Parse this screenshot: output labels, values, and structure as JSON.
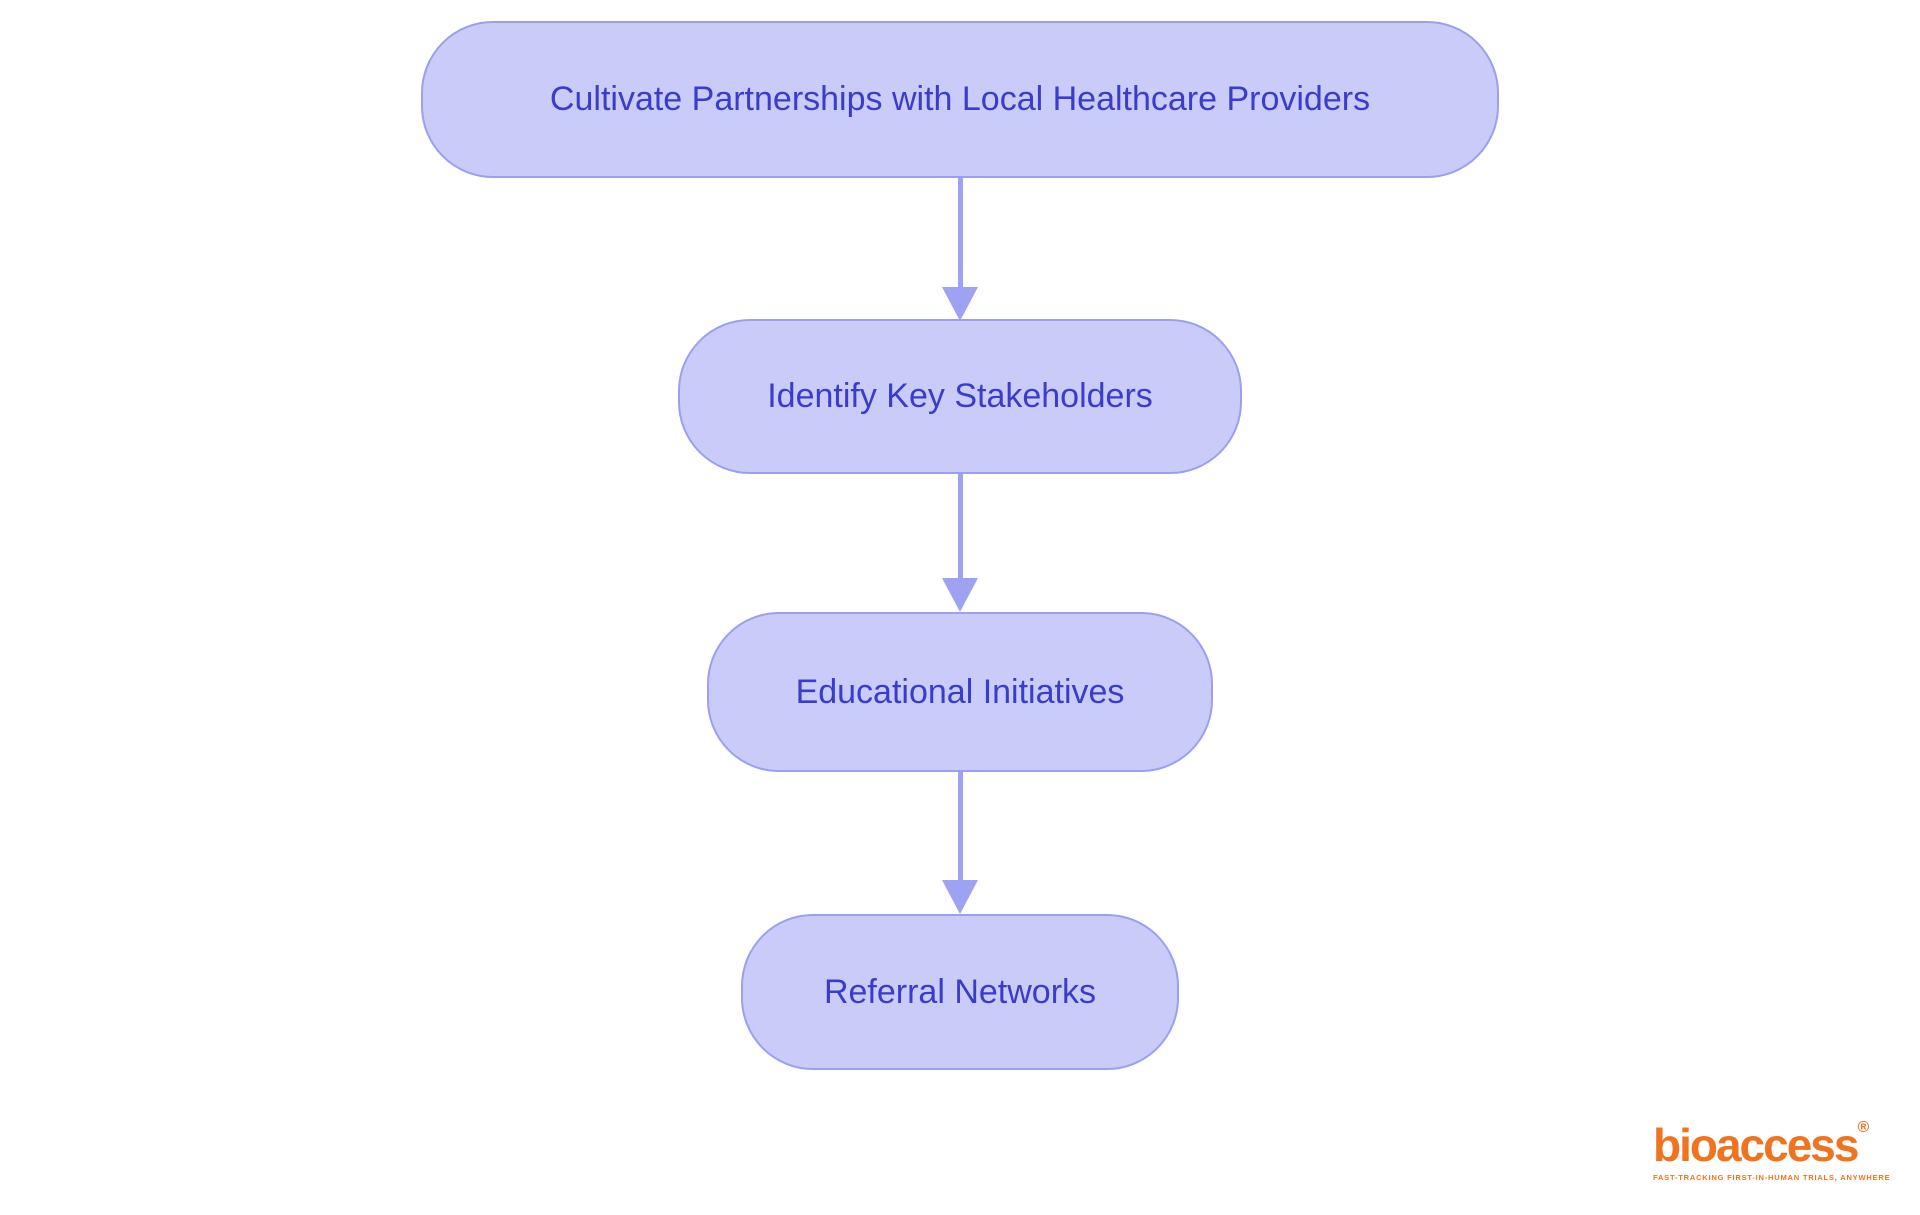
{
  "flowchart": {
    "type": "vertical-flow",
    "nodes": [
      {
        "id": "node-1",
        "label": "Cultivate Partnerships with Local Healthcare Providers"
      },
      {
        "id": "node-2",
        "label": "Identify Key Stakeholders"
      },
      {
        "id": "node-3",
        "label": "Educational Initiatives"
      },
      {
        "id": "node-4",
        "label": "Referral Networks"
      }
    ],
    "connectors": [
      {
        "from": "node-1",
        "to": "node-2",
        "direction": "down"
      },
      {
        "from": "node-2",
        "to": "node-3",
        "direction": "down"
      },
      {
        "from": "node-3",
        "to": "node-4",
        "direction": "down"
      }
    ],
    "colors": {
      "node_fill": "#c9cbf9",
      "node_border": "#9aa0ef",
      "node_text": "#3a3ccc",
      "arrow": "#9da2f2",
      "background": "#ffffff"
    }
  },
  "branding": {
    "logo_text": "bioaccess",
    "registered_mark": "®",
    "tagline": "FAST-TRACKING FIRST-IN-HUMAN TRIALS, ANYWHERE",
    "logo_color": "#f0741f"
  }
}
